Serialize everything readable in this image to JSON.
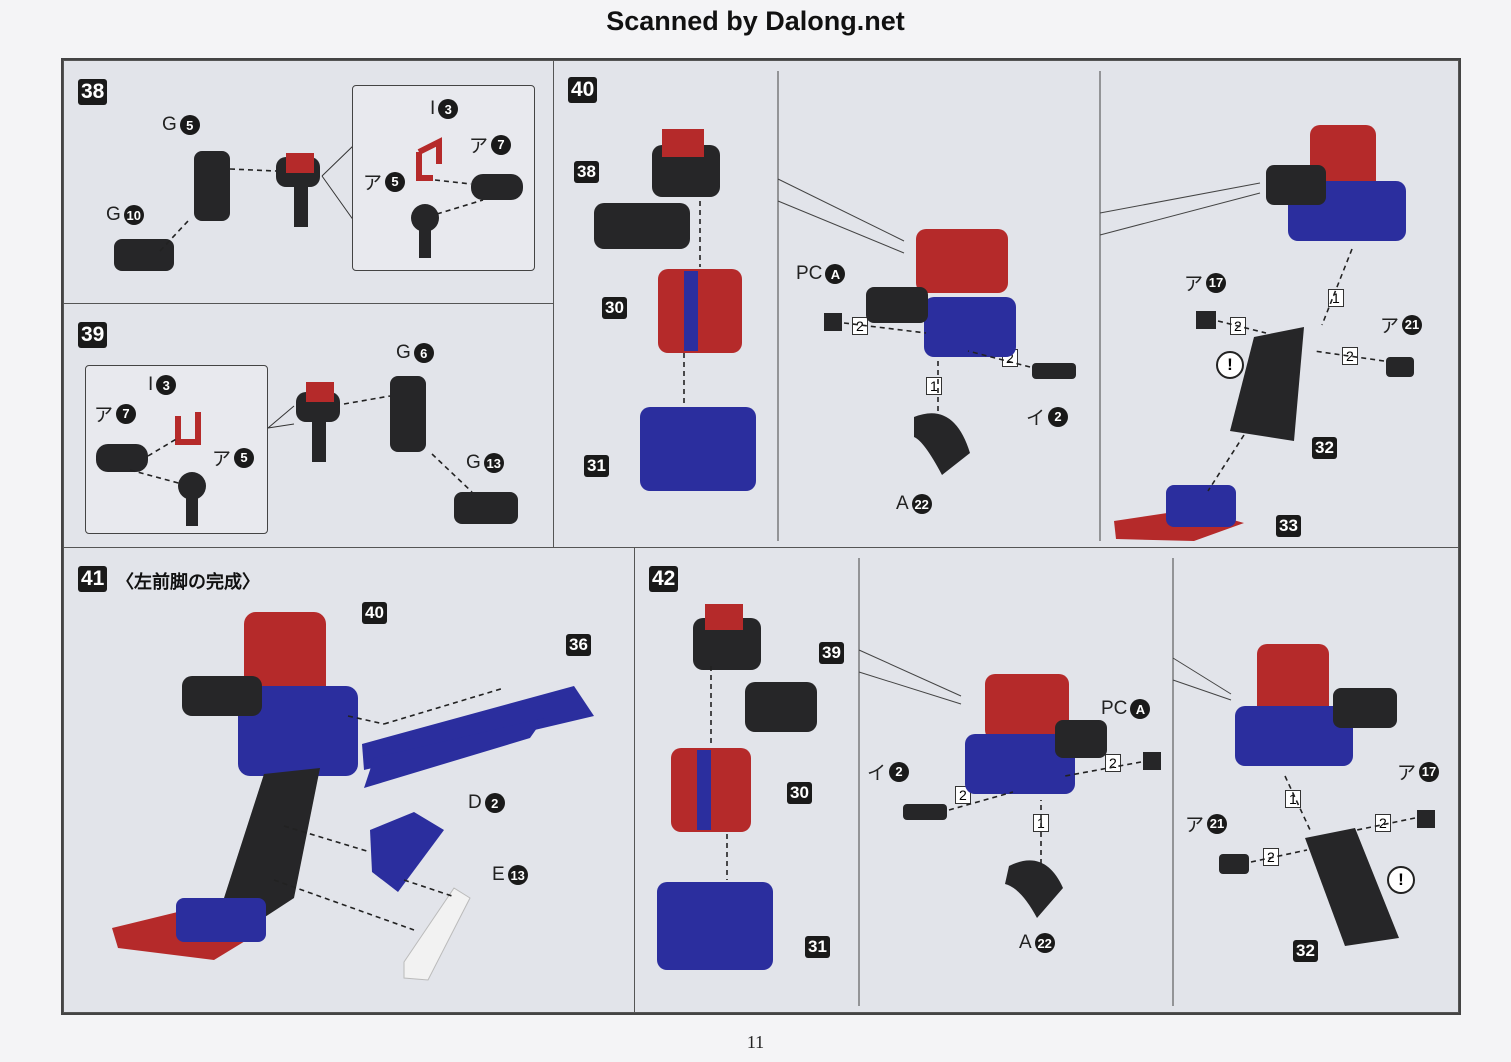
{
  "header": {
    "text": "Scanned by Dalong.net"
  },
  "page_number": "11",
  "steps": {
    "s38": {
      "num": "38",
      "g5": "G",
      "g5n": "5",
      "g10": "G",
      "g10n": "10",
      "i3": "I",
      "i3n": "3",
      "a7": "ア",
      "a7n": "7",
      "a5": "ア",
      "a5n": "5"
    },
    "s39": {
      "num": "39",
      "g6": "G",
      "g6n": "6",
      "g13": "G",
      "g13n": "13",
      "i3": "I",
      "i3n": "3",
      "a7": "ア",
      "a7n": "7",
      "a5": "ア",
      "a5n": "5"
    },
    "s40": {
      "num": "40",
      "c38": "38",
      "c30": "30",
      "c31": "31",
      "pcA": "PC",
      "pcAn": "A",
      "i2": "イ",
      "i2n": "2",
      "a22": "A",
      "a22n": "22",
      "a17": "ア",
      "a17n": "17",
      "a21": "ア",
      "a21n": "21",
      "c32": "32",
      "c33": "33",
      "s1": "1",
      "s2": "2",
      "warn": "!"
    },
    "s41": {
      "num": "41",
      "title": "〈左前脚の完成〉",
      "c40": "40",
      "c36": "36",
      "d2": "D",
      "d2n": "2",
      "e13": "E",
      "e13n": "13"
    },
    "s42": {
      "num": "42",
      "c39": "39",
      "c30": "30",
      "c31": "31",
      "pcA": "PC",
      "pcAn": "A",
      "i2": "イ",
      "i2n": "2",
      "a22": "A",
      "a22n": "22",
      "a17": "ア",
      "a17n": "17",
      "a21": "ア",
      "a21n": "21",
      "c32": "32",
      "s1": "1",
      "s2": "2",
      "warn": "!"
    }
  },
  "colors": {
    "red": "#b52a2a",
    "blue": "#2b2e9e",
    "black": "#262628",
    "white": "#f2f2f2"
  }
}
